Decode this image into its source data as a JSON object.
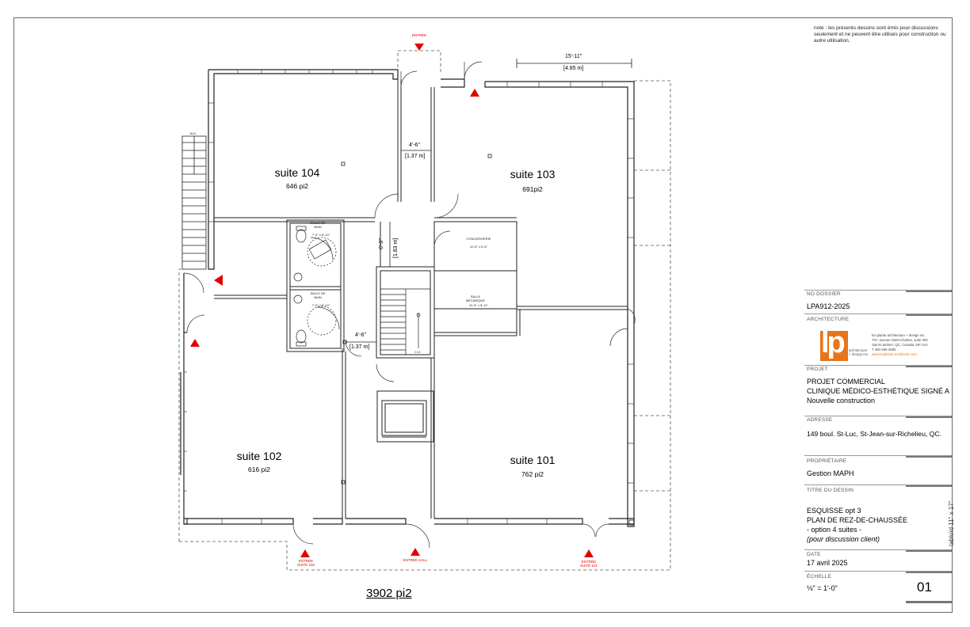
{
  "note": "note : les présents dessins sont émis pour discussions seulement et ne peuvent être utilisés pour construction ou autre utilisation.",
  "rooms": {
    "suite104": {
      "name": "suite 104",
      "area": "646 pi2"
    },
    "suite103": {
      "name": "suite 103",
      "area": "691pi2"
    },
    "suite102": {
      "name": "suite 102",
      "area": "616 pi2"
    },
    "suite101": {
      "name": "suite 101",
      "area": "762 pi2"
    }
  },
  "total_area": "3902 pi2",
  "dimensions": {
    "top_imp": "15'-11\"",
    "top_met": "[4.85 m]",
    "corr_imp": "4'-6\"",
    "corr_met": "[1.37 m]",
    "hall_imp": "6'-0\"",
    "hall_met": "[1.83 m]",
    "lower_imp": "4'-6\"",
    "lower_met": "[1.37 m]"
  },
  "small_labels": {
    "conciergerie": "CONCIERGERIE",
    "conciergerie_dim": "11'-6\" x 6'-6\"",
    "salle_mecanique": "SALLE MÉCANIQUE",
    "mecanique_dim": "11'-6\" x 8'-11\"",
    "salle_bain_1": "SALLE DE BAIN",
    "salle_bain_1_dim": "7'-0\" x 8'-10\"",
    "salle_bain_2": "SALLE DE BAIN",
    "salle_bain_2_dim": "7'-0\" x 8'-10\"",
    "ch": "C.H.",
    "wd": "W.D."
  },
  "entries": {
    "top": "ENTRÉE",
    "suite102": "ENTRÉE SUITE 102",
    "hall": "ENTRÉE HALL",
    "suite101": "ENTRÉE SUITE 101"
  },
  "title_block": {
    "dossier_label": "NO DOSSIER",
    "dossier_value": "LPA912-2025",
    "architecture_label": "ARCHITECTURE",
    "firm_lines": [
      "lus plante architecture + design inc.",
      "797, avenue Saint-Charles, suite 300",
      "Saint-Lambert, QC, Canada J4P 2A2",
      "T 450-466-3665"
    ],
    "firm_url": "www.lusplante-architecte.com",
    "logo_letters": "lp",
    "logo_tag": "architecture + design inc.",
    "projet_label": "PROJET",
    "projet_lines": [
      "PROJET COMMERCIAL",
      "CLINIQUE MÉDICO-ESTHÉTIQUE SIGNÉ A",
      "Nouvelle construction"
    ],
    "adresse_label": "ADRESSE",
    "adresse_value": "149 boul. St-Luc, St-Jean-sur-Richelieu, QC.",
    "proprietaire_label": "PROPRIÉTAIRE",
    "proprietaire_value": "Gestion MAPH",
    "titre_label": "TITRE DU DESSIN",
    "titre_lines": [
      "ESQUISSE opt 3",
      "PLAN DE REZ-DE-CHAUSSÉE",
      "- option 4 suites -",
      "(pour discussion client)"
    ],
    "date_label": "DATE",
    "date_value": "17 avril 2025",
    "echelle_label": "ÉCHELLE",
    "echelle_value": "⅛\" = 1'-0\"",
    "sheet_number": "01",
    "side_text": "tabloïd 11\" x 17\""
  },
  "colors": {
    "accent": "#e8751a",
    "entry_marker": "#e00000",
    "wall": "#222222"
  }
}
